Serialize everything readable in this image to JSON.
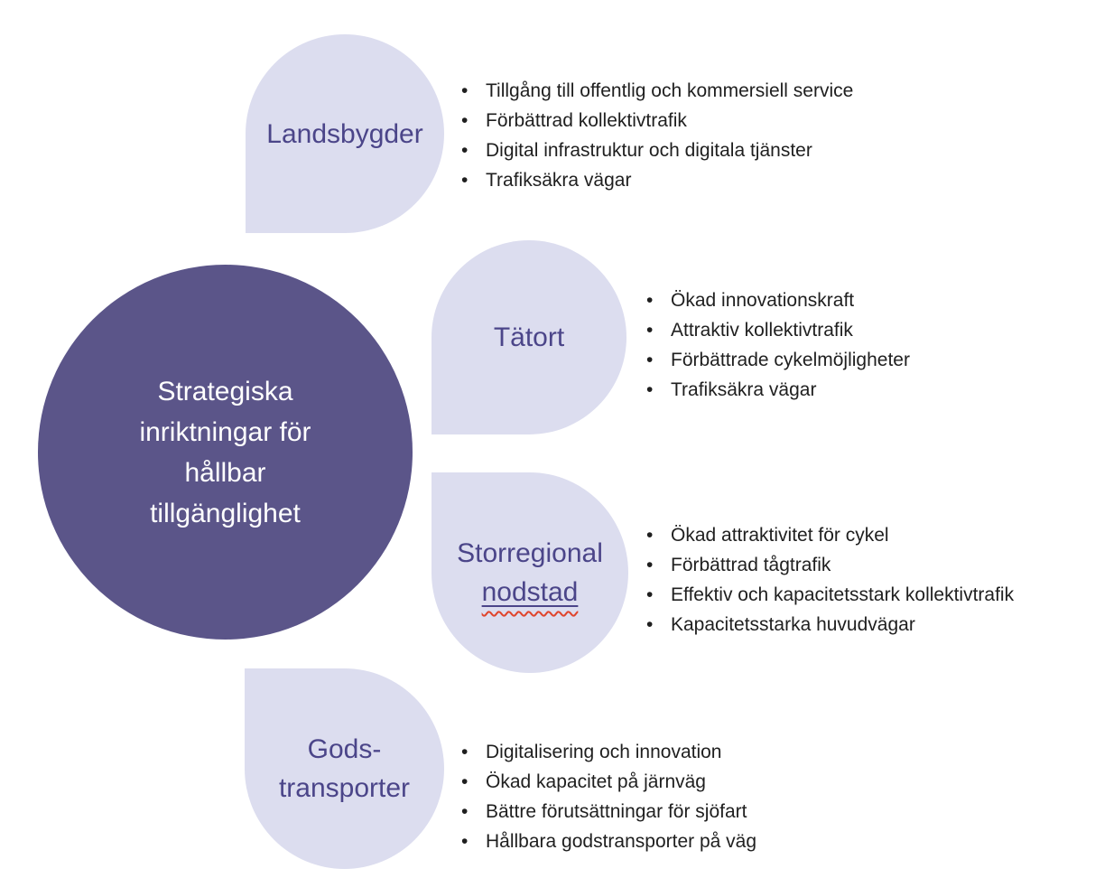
{
  "diagram": {
    "colors": {
      "background": "#FFFFFF",
      "center_fill": "#5B5589",
      "satellite_fill": "#DCDDEF",
      "label_text": "#4B4589",
      "bullet_text": "#1F1F1F",
      "spellcheck_red": "#E0442C"
    },
    "center": {
      "label": "Strategiska inriktningar för hållbar tillgänglighet",
      "lines": [
        "Strategiska",
        "inriktningar för",
        "hållbar",
        "tillgänglighet"
      ]
    },
    "nodes": [
      {
        "id": "landsbygder",
        "label": "Landsbygder",
        "label_lines": [
          "Landsbygder"
        ],
        "bullets": [
          "Tillgång till offentlig och kommersiell service",
          "Förbättrad kollektivtrafik",
          "Digital infrastruktur och digitala tjänster",
          "Trafiksäkra vägar"
        ]
      },
      {
        "id": "tatort",
        "label": "Tätort",
        "label_lines": [
          "Tätort"
        ],
        "bullets": [
          "Ökad innovationskraft",
          "Attraktiv kollektivtrafik",
          "Förbättrade cykelmöjligheter",
          "Trafiksäkra vägar"
        ]
      },
      {
        "id": "storregional-nodstad",
        "label": "Storregional nodstad",
        "label_lines": [
          "Storregional",
          "nodstad"
        ],
        "misspelled_word": "nodstad",
        "bullets": [
          "Ökad attraktivitet för cykel",
          "Förbättrad tågtrafik",
          "Effektiv och kapacitetsstark kollektivtrafik",
          "Kapacitetsstarka huvudvägar"
        ]
      },
      {
        "id": "godstransporter",
        "label": "Gods-transporter",
        "label_lines": [
          "Gods-",
          "transporter"
        ],
        "bullets": [
          "Digitalisering och innovation",
          "Ökad kapacitet på järnväg",
          "Bättre förutsättningar för sjöfart",
          "Hållbara godstransporter på väg"
        ]
      }
    ],
    "bullet_glyph": "•"
  }
}
